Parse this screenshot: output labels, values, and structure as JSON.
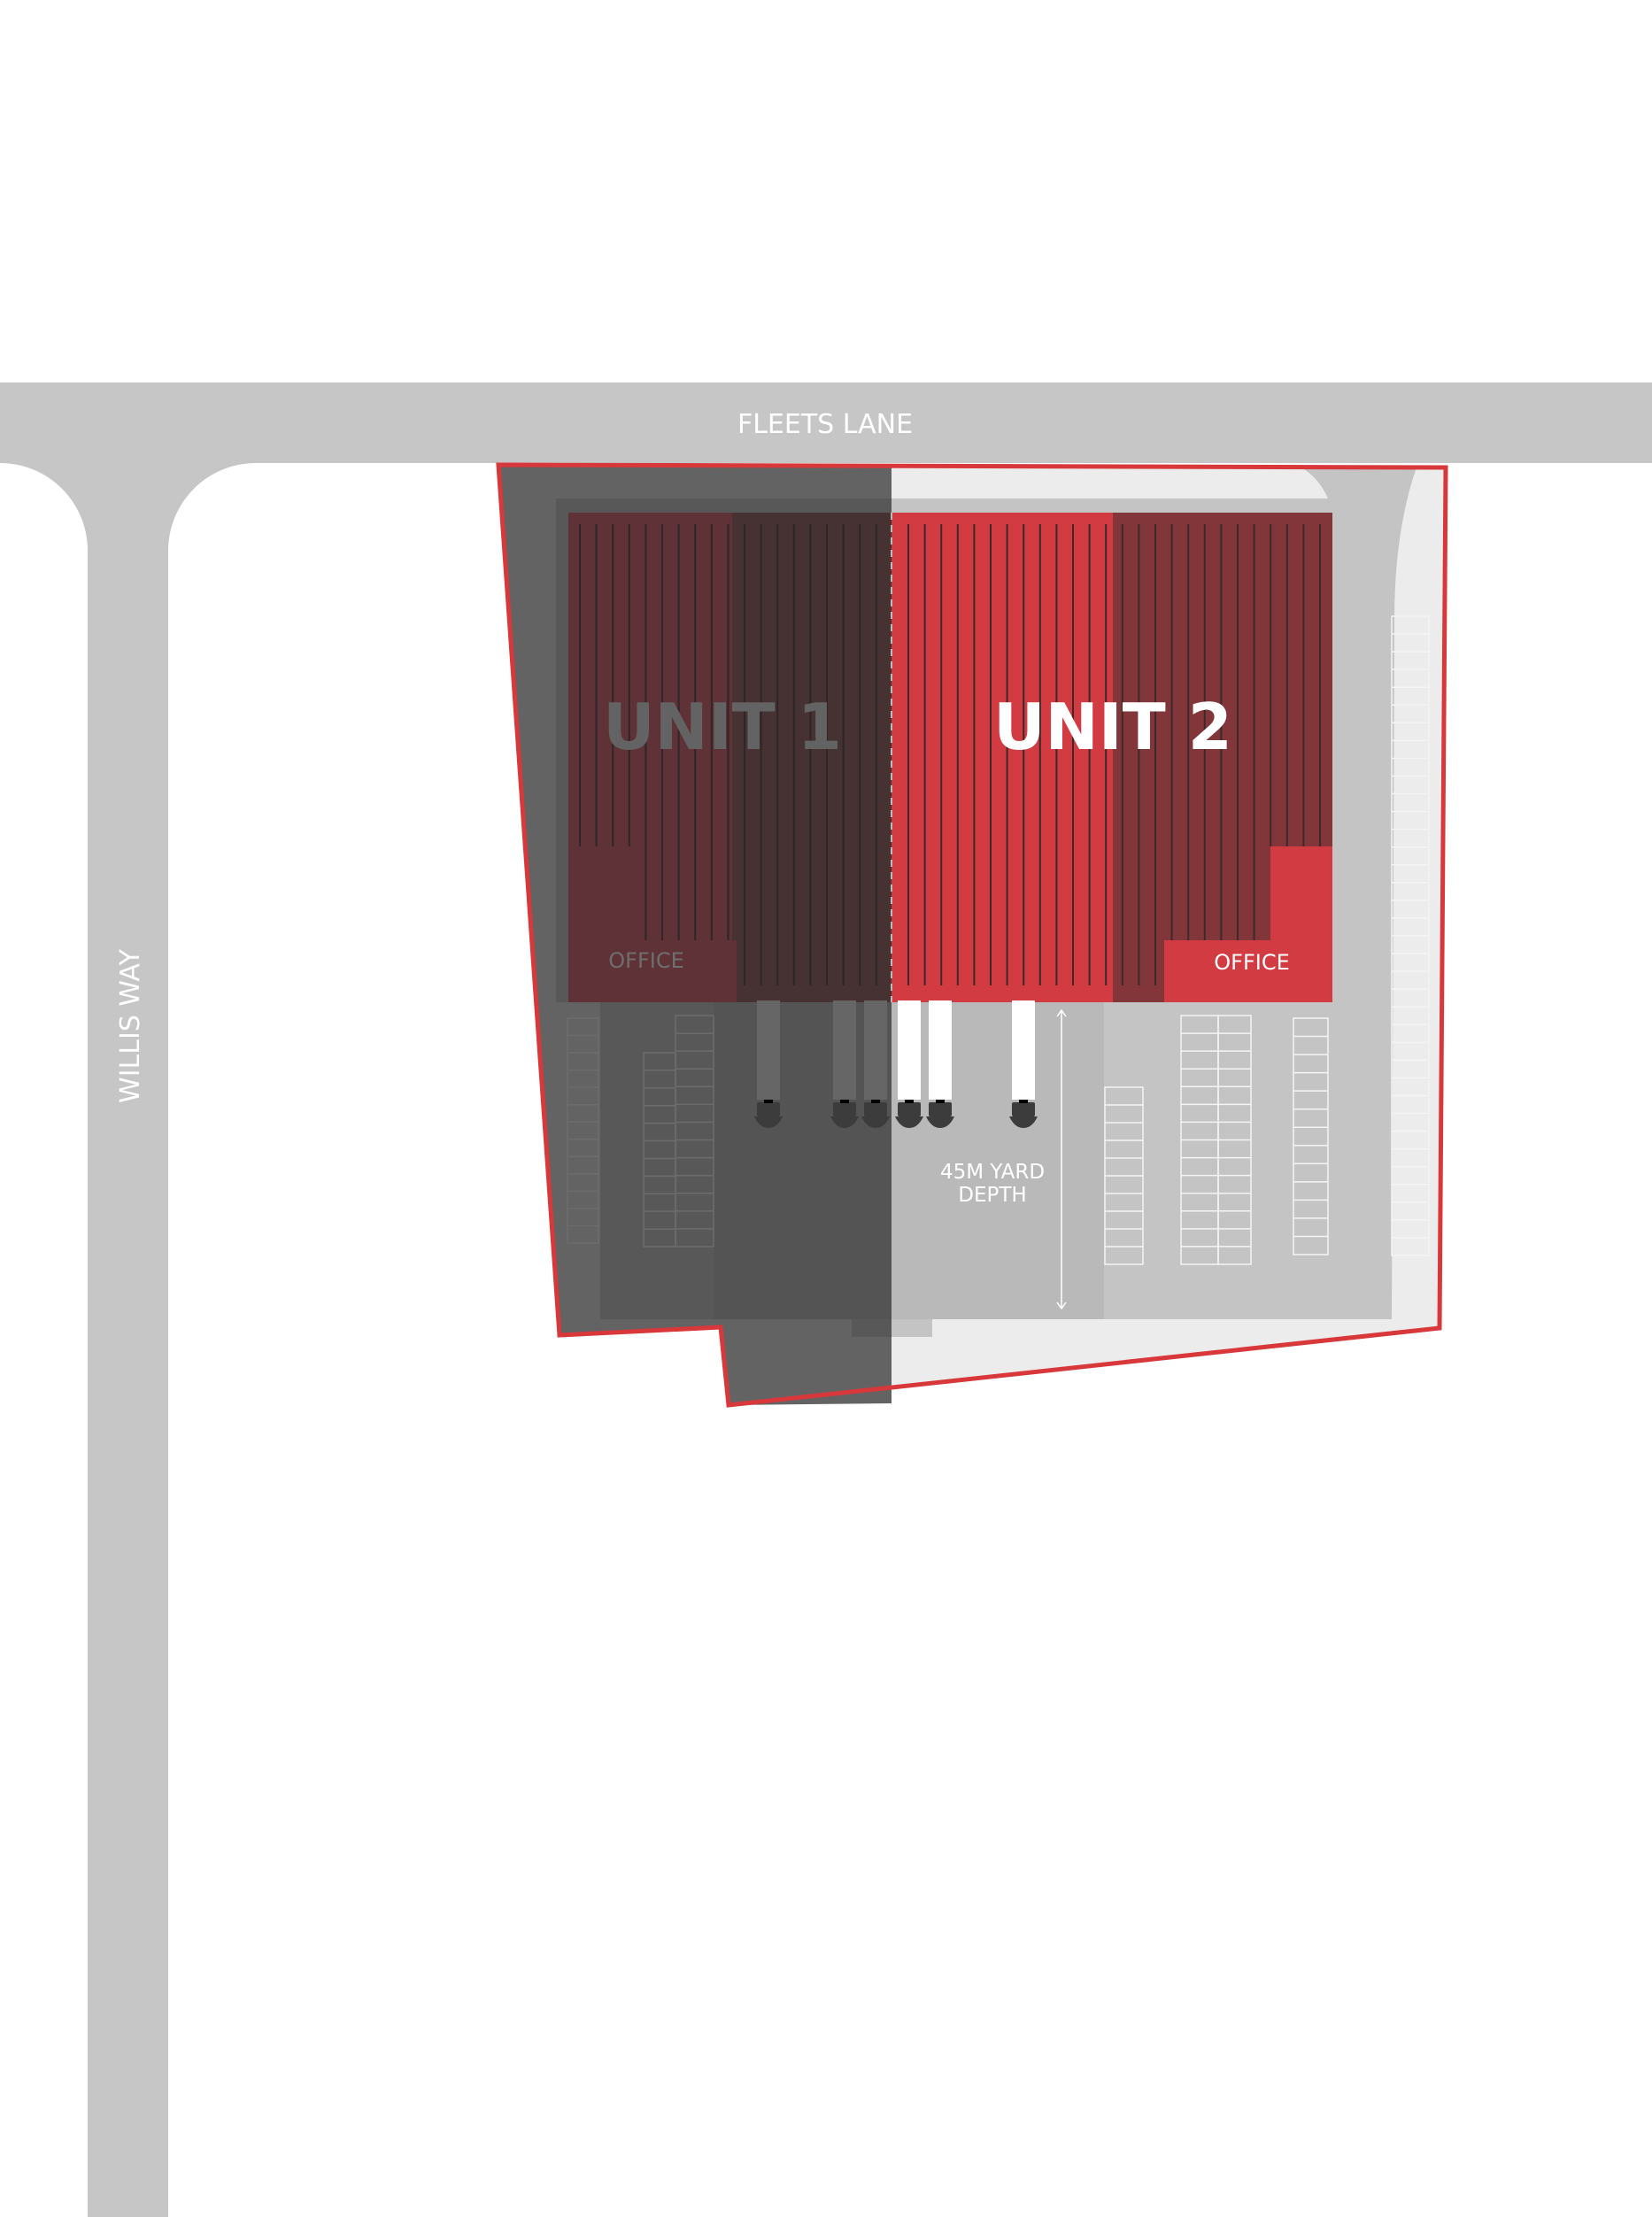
{
  "roads": {
    "fleets_lane": "FLEETS LANE",
    "willis_way": "WILLIS WAY"
  },
  "units": [
    {
      "name": "UNIT 1",
      "office": "OFFICE",
      "available": false
    },
    {
      "name": "UNIT 2",
      "office": "OFFICE",
      "available": true
    }
  ],
  "yard": {
    "line1": "45M YARD",
    "line2": "DEPTH"
  },
  "colors": {
    "road": "#c6c6c6",
    "boundary": "#d8383a",
    "unit2_highlight": "#d13b41",
    "unit2_roof": "#82363a",
    "unit1_dimmed": "#463133"
  }
}
